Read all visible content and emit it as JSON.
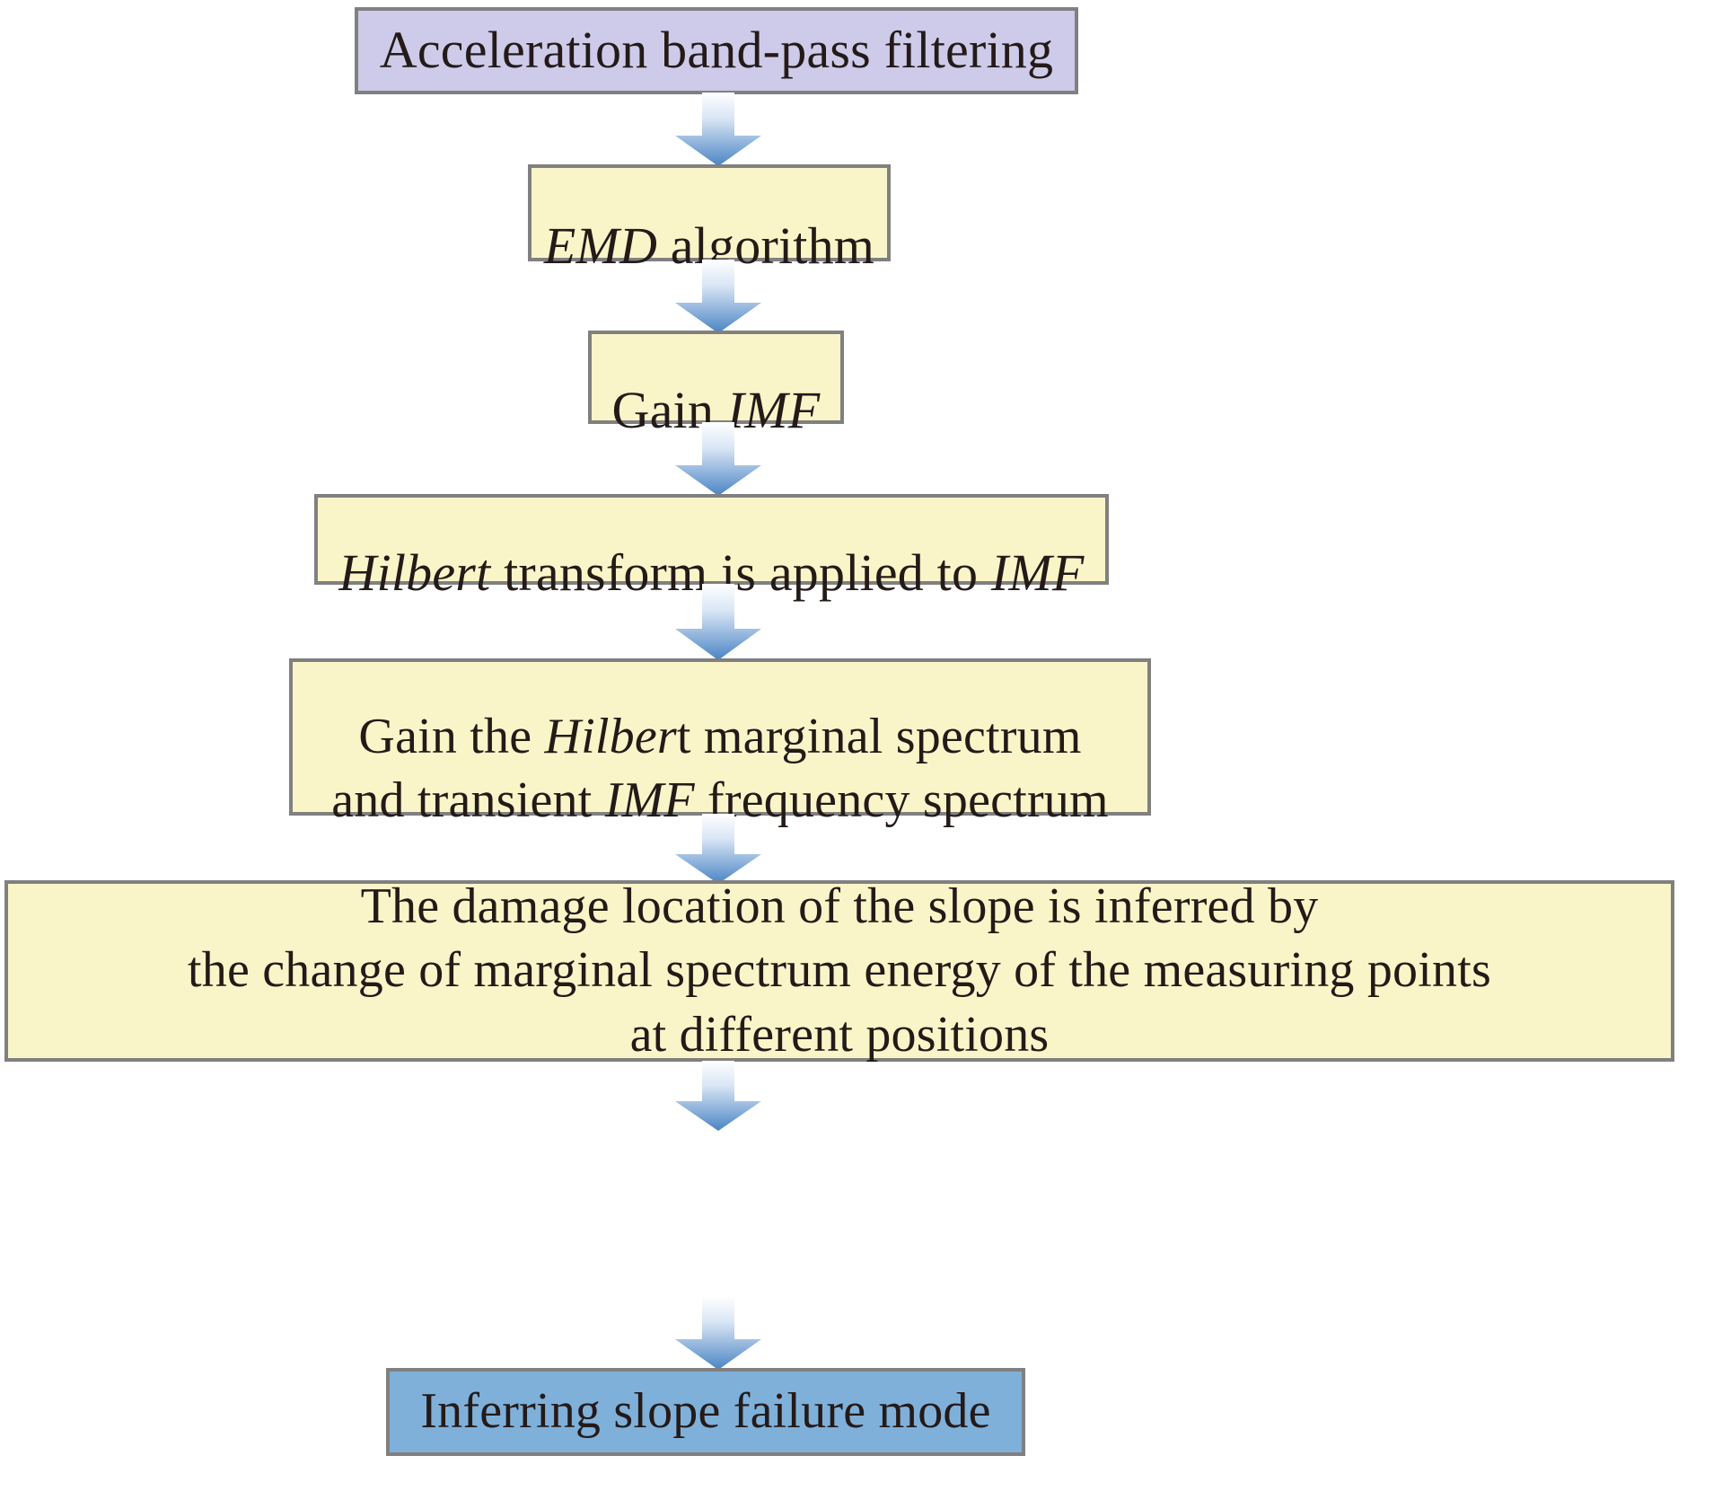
{
  "diagram": {
    "title": "Acceleration signal processing flowchart",
    "type": "flowchart",
    "orientation": "top-to-bottom",
    "colors": {
      "start_fill": "#cdcbe9",
      "process_fill": "#faf5c8",
      "end_fill": "#7fb0da",
      "border": "#808080",
      "text": "#241a18",
      "arrow_gradient_top": "#ffffff",
      "arrow_gradient_bottom": "#4a84c4"
    },
    "nodes": [
      {
        "id": "bandpass",
        "label": "Acceleration band-pass filtering",
        "shape": "rectangle",
        "fill": "#cdcbe9",
        "role": "start"
      },
      {
        "id": "emd",
        "label_parts": [
          {
            "text": "EMD",
            "style": "italic"
          },
          {
            "text": " algorithm",
            "style": "normal"
          }
        ],
        "label": "EMD algorithm",
        "shape": "rectangle",
        "fill": "#faf5c8",
        "role": "process"
      },
      {
        "id": "imf",
        "label_parts": [
          {
            "text": "Gain ",
            "style": "normal"
          },
          {
            "text": "IMF",
            "style": "italic"
          }
        ],
        "label": "Gain IMF",
        "shape": "rectangle",
        "fill": "#faf5c8",
        "role": "process"
      },
      {
        "id": "hilbert",
        "label_parts": [
          {
            "text": "Hilbert",
            "style": "italic"
          },
          {
            "text": " transform is applied to ",
            "style": "normal"
          },
          {
            "text": "IMF",
            "style": "italic"
          }
        ],
        "label": "Hilbert transform is applied to IMF",
        "shape": "rectangle",
        "fill": "#faf5c8",
        "role": "process"
      },
      {
        "id": "marginal",
        "label_parts": [
          {
            "text": "Gain the ",
            "style": "normal"
          },
          {
            "text": "Hilber",
            "style": "italic"
          },
          {
            "text": "t marginal spectrum\nand transient ",
            "style": "normal"
          },
          {
            "text": "IMF",
            "style": "italic"
          },
          {
            "text": " frequency spectrum",
            "style": "normal"
          }
        ],
        "label": "Gain the Hilbert marginal spectrum and transient IMF frequency spectrum",
        "shape": "rectangle",
        "fill": "#faf5c8",
        "role": "process",
        "lines": 2
      },
      {
        "id": "damage",
        "label": "The damage location of the slope is inferred by\nthe change of marginal spectrum energy of the measuring points\nat different positions",
        "shape": "rectangle",
        "fill": "#faf5c8",
        "role": "process",
        "lines": 3
      },
      {
        "id": "failure",
        "label": "Inferring slope failure mode",
        "shape": "rectangle",
        "fill": "#7fb0da",
        "role": "end"
      }
    ],
    "edges": [
      {
        "id": "e1",
        "from": "bandpass",
        "to": "emd",
        "style": "block-arrow-down"
      },
      {
        "id": "e2",
        "from": "emd",
        "to": "imf",
        "style": "block-arrow-down"
      },
      {
        "id": "e3",
        "from": "imf",
        "to": "hilbert",
        "style": "block-arrow-down"
      },
      {
        "id": "e4",
        "from": "hilbert",
        "to": "marginal",
        "style": "block-arrow-down"
      },
      {
        "id": "e5",
        "from": "marginal",
        "to": "damage",
        "style": "block-arrow-down"
      },
      {
        "id": "e6",
        "from": "damage",
        "to": "failure",
        "style": "block-arrow-down"
      }
    ]
  }
}
